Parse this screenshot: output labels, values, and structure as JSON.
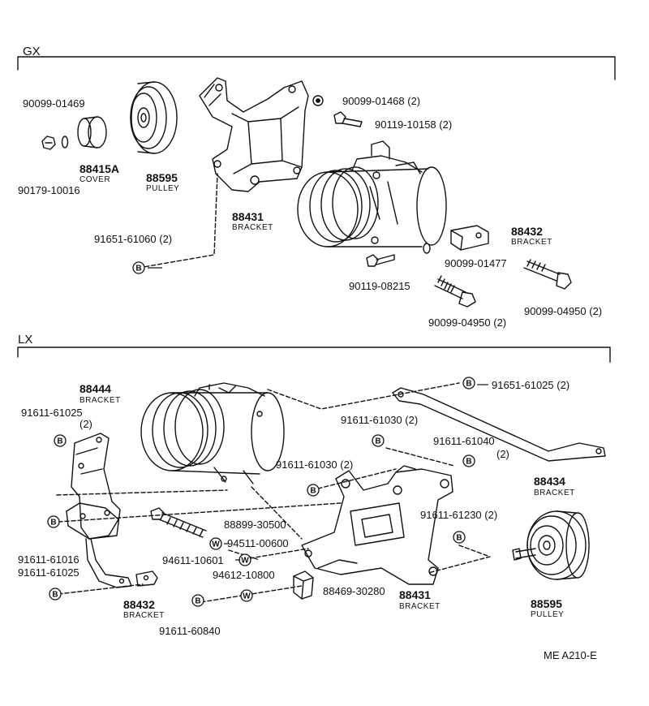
{
  "sections": {
    "gx": "GX",
    "lx": "LX"
  },
  "bolt_badge": "B",
  "washer_badge": "W",
  "gx": {
    "p_90099_01469": "90099-01469",
    "p_90179_10016": "90179-10016",
    "cover_num": "88415A",
    "cover_name": "COVER",
    "pulley_num": "88595",
    "pulley_name": "PULLEY",
    "bracket_num": "88431",
    "bracket_name": "BRACKET",
    "p_91651_61060": "91651-61060 (2)",
    "p_90099_01468": "90099-01468 (2)",
    "p_90119_10158": "90119-10158 (2)",
    "bracket2_num": "88432",
    "bracket2_name": "BRACKET",
    "p_90099_01477": "90099-01477",
    "p_90119_08215": "90119-08215",
    "p_90099_04950a": "90099-04950 (2)",
    "p_90099_04950b": "90099-04950 (2)"
  },
  "lx": {
    "bracket44_num": "88444",
    "bracket44_name": "BRACKET",
    "p_91611_61025a": "91611-61025",
    "p_91611_61025a_qty": "(2)",
    "p_91611_61016": "91611-61016",
    "p_91611_61025b": "91611-61025",
    "bracket32_num": "88432",
    "bracket32_name": "BRACKET",
    "p_91611_60840": "91611-60840",
    "p_88899_30500": "88899-30500",
    "p_94511_00600": "94511-00600",
    "p_94611_10601": "94611-10601",
    "p_94612_10800": "94612-10800",
    "p_88469_30280": "88469-30280",
    "bracket31_num": "88431",
    "bracket31_name": "BRACKET",
    "p_91651_61025": "91651-61025 (2)",
    "p_91611_61030a": "91611-61030 (2)",
    "p_91611_61030b": "91611-61030 (2)",
    "p_91611_61040": "91611-61040",
    "p_91611_61040_qty": "(2)",
    "bracket34_num": "88434",
    "bracket34_name": "BRACKET",
    "p_91611_61230": "91611-61230 (2)",
    "pulley_num": "88595",
    "pulley_name": "PULLEY"
  },
  "figure_ref": "ME A210-E"
}
